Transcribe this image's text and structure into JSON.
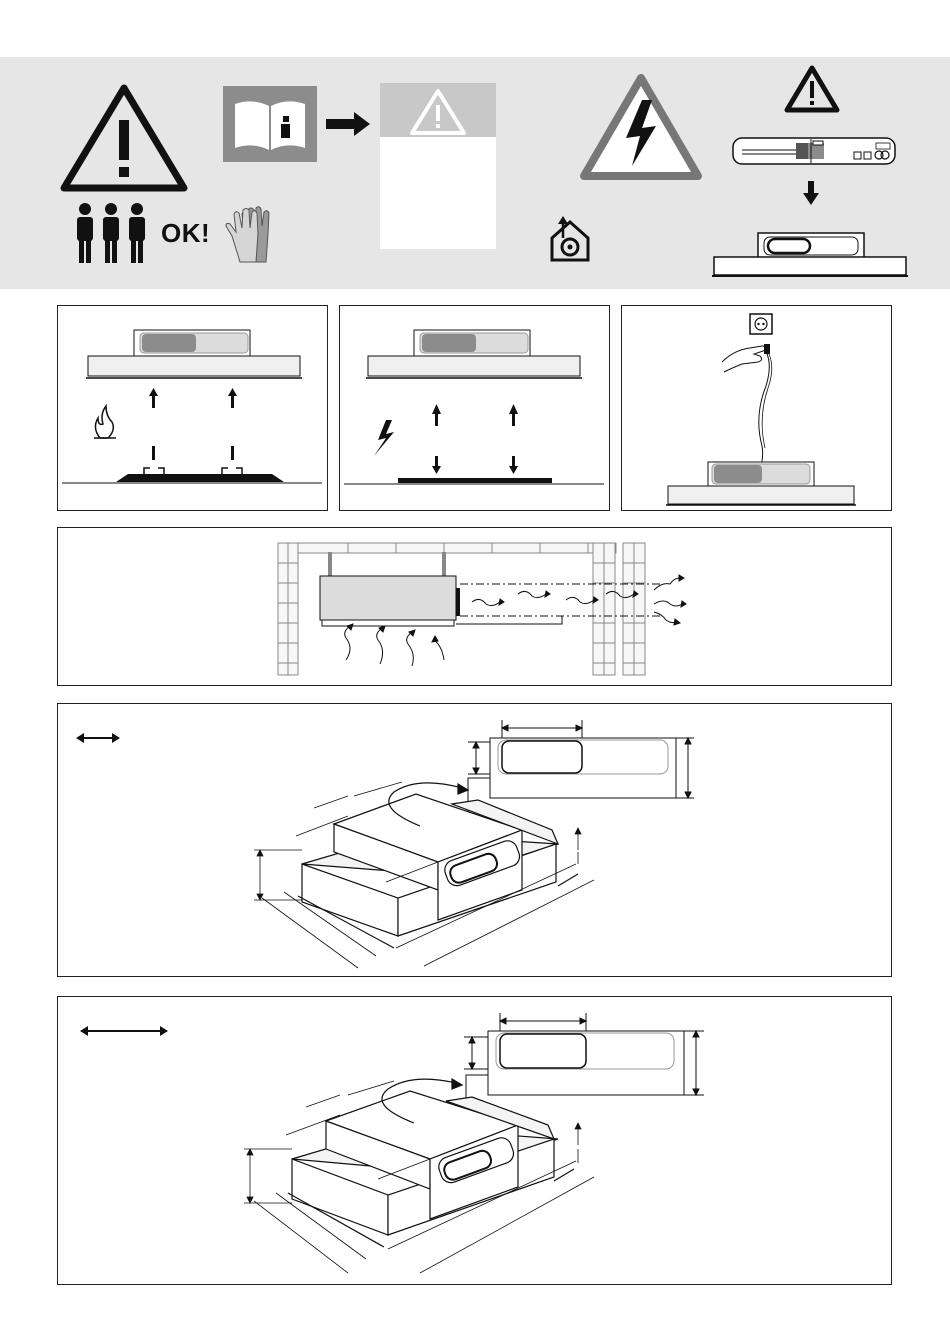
{
  "banner": {
    "ok_label": "OK!",
    "icons": [
      "general-warning-icon",
      "three-persons-icon",
      "gloves-icon",
      "read-manual-icon",
      "arrow-right-icon",
      "warning-card-icon",
      "electric-shock-warning-icon",
      "house-ventilation-icon",
      "small-warning-icon",
      "rating-plate-icon",
      "arrow-down-icon",
      "hood-front-view-icon"
    ],
    "colors": {
      "background": "#e6e6e6",
      "icon_gray": "#8c8c8c",
      "card_header": "#c8c8c8"
    }
  },
  "panels": [
    {
      "id": "gas-hob-distance",
      "icons": [
        "flame-icon",
        "arrow-up-icon"
      ]
    },
    {
      "id": "electric-hob-distance",
      "icons": [
        "lightning-icon",
        "arrow-up-icon",
        "arrow-down-icon"
      ]
    },
    {
      "id": "plug-connection",
      "icons": [
        "socket-icon",
        "hand-plug-icon"
      ]
    },
    {
      "id": "ducted-installation",
      "icons": [
        "airflow-arrow-icon",
        "brick-wall-icon"
      ]
    },
    {
      "id": "dimensions-small",
      "icons": [
        "double-arrow-icon",
        "rotation-arrow-icon"
      ]
    },
    {
      "id": "dimensions-large",
      "icons": [
        "double-arrow-icon",
        "rotation-arrow-icon"
      ]
    }
  ]
}
